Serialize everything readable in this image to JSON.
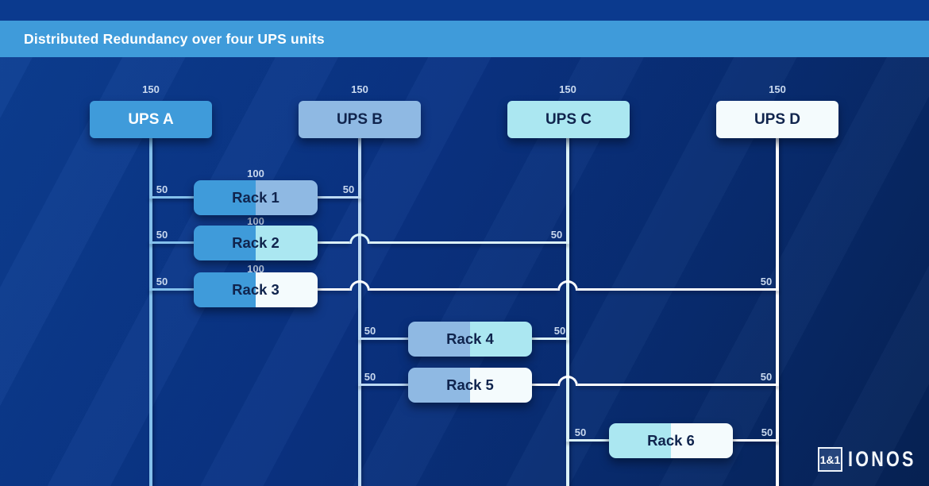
{
  "header": {
    "title": "Distributed Redundancy over four UPS units"
  },
  "ups_units": [
    {
      "name": "UPS A",
      "capacity": "150",
      "color": "#3f9bda",
      "line_color": "#84c0ec"
    },
    {
      "name": "UPS B",
      "capacity": "150",
      "color": "#8fb9e3",
      "line_color": "#bcdaf4"
    },
    {
      "name": "UPS C",
      "capacity": "150",
      "color": "#abe7f1",
      "line_color": "#dcf3f8"
    },
    {
      "name": "UPS D",
      "capacity": "150",
      "color": "#f4fbfd",
      "line_color": "#ffffff"
    }
  ],
  "racks": [
    {
      "name": "Rack 1",
      "load": "100",
      "fed_by": [
        "UPS A",
        "UPS B"
      ],
      "left_value": "50",
      "right_value": "50"
    },
    {
      "name": "Rack 2",
      "load": "100",
      "fed_by": [
        "UPS A",
        "UPS C"
      ],
      "left_value": "50",
      "right_value": "50"
    },
    {
      "name": "Rack 3",
      "load": "100",
      "fed_by": [
        "UPS A",
        "UPS D"
      ],
      "left_value": "50",
      "right_value": "50"
    },
    {
      "name": "Rack 4",
      "fed_by": [
        "UPS B",
        "UPS C"
      ],
      "left_value": "50",
      "right_value": "50"
    },
    {
      "name": "Rack 5",
      "fed_by": [
        "UPS B",
        "UPS D"
      ],
      "left_value": "50",
      "right_value": "50"
    },
    {
      "name": "Rack 6",
      "fed_by": [
        "UPS C",
        "UPS D"
      ],
      "left_value": "50",
      "right_value": "50"
    }
  ],
  "colors": {
    "background": "#0a3384",
    "header_band": "#3f9bda",
    "label_text": "#c9d9ef",
    "dark_text": "#10244d"
  },
  "logo": {
    "box_label": "1&1",
    "brand": "IONOS"
  }
}
